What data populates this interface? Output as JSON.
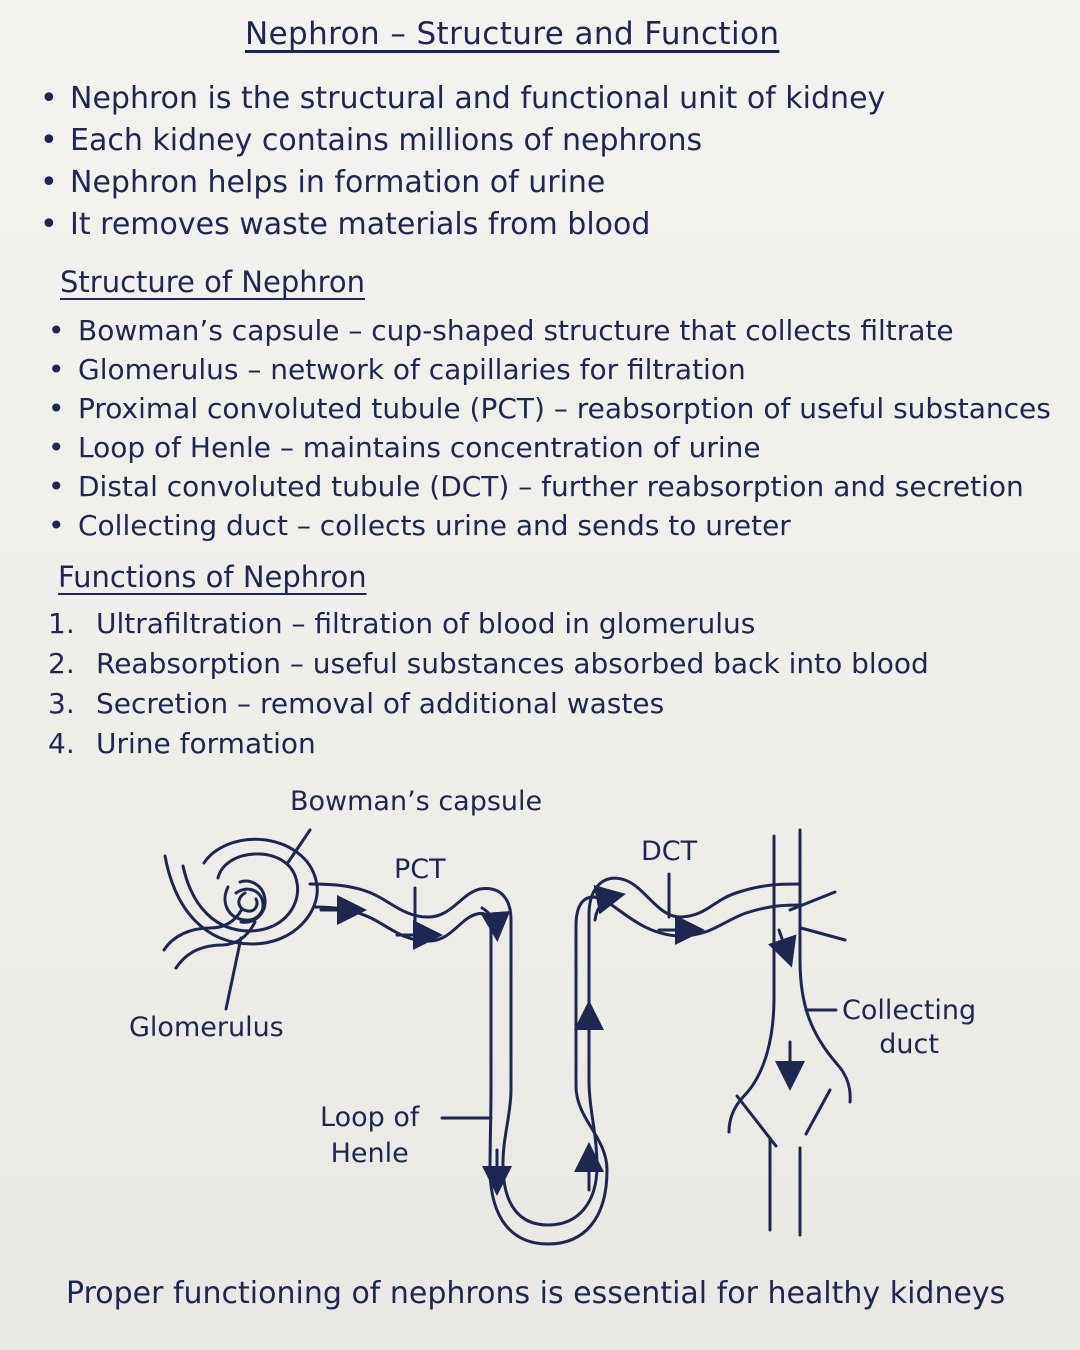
{
  "title": "Nephron – Structure and Function",
  "intro": [
    "Nephron is the structural and functional unit of kidney",
    "Each kidney contains millions of nephrons",
    "Nephron helps in formation of urine",
    "It removes waste materials from blood"
  ],
  "sections": {
    "structure_title": "Structure of Nephron",
    "functions_title": "Functions of Nephron"
  },
  "structure_items": [
    "Bowman’s capsule – cup-shaped structure that collects filtrate",
    "Glomerulus – network of capillaries for filtration",
    "Proximal convoluted tubule (PCT) – reabsorption of useful substances",
    "Loop of Henle – maintains concentration of urine",
    "Distal convoluted tubule (DCT) – further reabsorption and secretion",
    "Collecting duct – collects urine and sends to ureter"
  ],
  "function_items": [
    {
      "number": "1.",
      "text": "Ultrafiltration – filtration of blood in glomerulus"
    },
    {
      "number": "2.",
      "text": "Reabsorption – useful substances absorbed back into blood"
    },
    {
      "number": "3.",
      "text": "Secretion – removal of additional wastes"
    },
    {
      "number": "4.",
      "text": "Urine formation"
    }
  ],
  "diagram": {
    "labels": {
      "bowmans_capsule": "Bowman’s capsule",
      "pct": "PCT",
      "dct": "DCT",
      "glomerulus": "Glomerulus",
      "loop_line1": "Loop of",
      "loop_line2": "Henle",
      "collecting_line1": "Collecting",
      "collecting_line2": "duct"
    },
    "ink_color": "#1e2750"
  },
  "footer": "Proper functioning of nephrons is essential for healthy kidneys"
}
